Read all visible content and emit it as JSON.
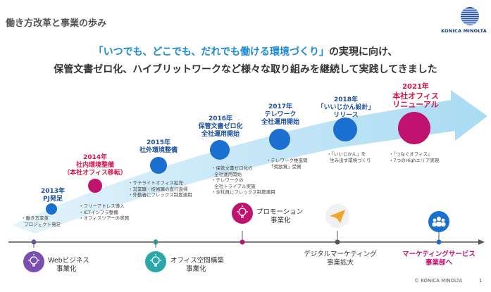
{
  "header": {
    "title": "働き方改革と事業の歩み",
    "logo_text": "KONICA MINOLTA"
  },
  "headline": {
    "line1_quote": "「いつでも、どこでも、だれでも働ける環境づくり」",
    "line1_rest": "の実現に向け、",
    "line2": "保管文書ゼロ化、ハイブリットワークなど様々な取り組みを継続して実践してきました"
  },
  "milestones": [
    {
      "year": "",
      "title": "",
      "details": [
        "働き方変革",
        "プロジェクト発足"
      ]
    },
    {
      "year": "2013年",
      "title": "PJ発足",
      "details": [
        "フリーアドレス導入",
        "ICTインフラ整備",
        "オフィスツアーの実施"
      ]
    },
    {
      "year": "2014年",
      "title": "社内環境整備",
      "title2": "（本社オフィス移転）",
      "details": [
        "サテライトオフィス拡充",
        "営業職・技術職の直行直帰",
        "外勤者にフレックス制度適用"
      ]
    },
    {
      "year": "2015年",
      "title": "社外環境整備",
      "details": [
        "保管文書ゼロ化の",
        "全社運用開始",
        "テレワークの",
        "全社トライアル実施",
        "全社員にフレックス制度適用"
      ]
    },
    {
      "year": "2016年",
      "title": "保管文書ゼロ化",
      "title2": "全社運用開始",
      "details": [
        "テレワーク推進賞",
        "「奨励賞」受賞"
      ]
    },
    {
      "year": "2017年",
      "title": "テレワーク",
      "title2": "全社運用開始",
      "details": [
        "「いいじかん」を",
        "生み出す環境づくり"
      ]
    },
    {
      "year": "2018年",
      "title": "「いいじかん設計」",
      "title2": "リリース",
      "details": [
        "『つなぐオフィス』",
        "7つのHighエリア実現"
      ]
    },
    {
      "year": "2021年",
      "title": "本社オフィス",
      "title2": "リニューアル",
      "details": []
    }
  ],
  "business": [
    {
      "label1": "Webビジネス",
      "label2": "事業化",
      "icon": "lightbulb-icon"
    },
    {
      "label1": "オフィス空間構築",
      "label2": "事業化",
      "icon": "lightbulb-icon"
    },
    {
      "label1": "プロモーション",
      "label2": "事業化",
      "icon": "lightbulb-icon"
    },
    {
      "label1": "デジタルマーケティング",
      "label2": "事業拡大",
      "icon": "paper-plane-icon"
    },
    {
      "label1": "マーケティングサービス",
      "label2": "事業部へ",
      "icon": "people-icon"
    }
  ],
  "footer": {
    "copyright": "© KONICA MINOLTA",
    "page": "1"
  },
  "colors": {
    "arrow": "#bfe3f5",
    "blue_circle": "#1a6fd0",
    "magenta": "#c0136f",
    "purple": "#7a4fb0",
    "teal": "#2aa7a8",
    "timeline": "#555555"
  }
}
